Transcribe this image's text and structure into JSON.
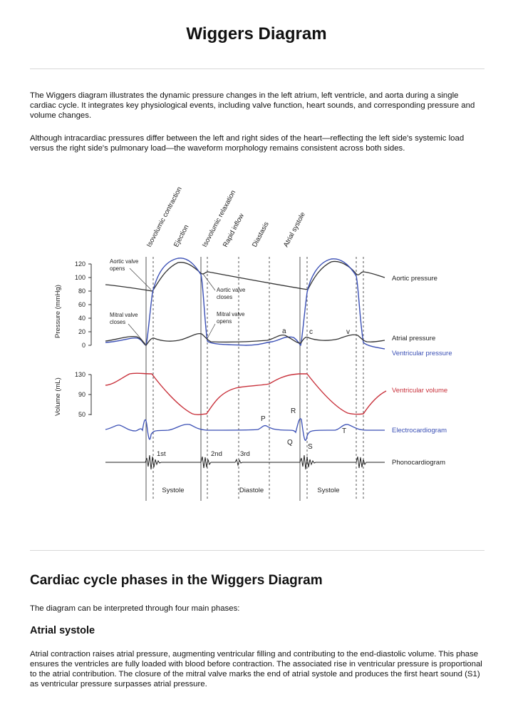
{
  "page": {
    "title": "Wiggers Diagram",
    "intro_1": "The Wiggers diagram illustrates the dynamic pressure changes in the left atrium, left ventricle, and aorta during a single cardiac cycle. It integrates key physiological events, including valve function, heart sounds, and corresponding pressure and volume changes.",
    "intro_2": "Although intracardiac pressures differ between the left and right sides of the heart—reflecting the left side's systemic load versus the right side's pulmonary load—the waveform morphology remains consistent across both sides.",
    "section_heading": "Cardiac cycle phases in the Wiggers Diagram",
    "section_intro": "The diagram can be interpreted through four main phases:",
    "sub_heading": "Atrial systole",
    "sub_body": "Atrial contraction raises atrial pressure, augmenting ventricular filling and contributing to the end-diastolic volume. This phase ensures the ventricles are fully loaded with blood before contraction. The associated rise in ventricular pressure is proportional to the atrial contribution. The closure of the mitral valve marks the end of atrial systole and produces the first heart sound (S1) as ventricular pressure surpasses atrial pressure."
  },
  "diagram": {
    "phases": [
      "Isovolumic contraction",
      "Ejection",
      "Isovolumic relaxation",
      "Rapid inflow",
      "Diastasis",
      "Atrial systole"
    ],
    "pressure_axis": {
      "label": "Pressure (mmHg)",
      "ticks": [
        "120",
        "100",
        "80",
        "60",
        "40",
        "20",
        "0"
      ]
    },
    "volume_axis": {
      "label": "Volume (mL)",
      "ticks": [
        "130",
        "90",
        "50"
      ]
    },
    "valve_events": {
      "aortic_opens": [
        "Aortic valve",
        "opens"
      ],
      "mitral_closes": [
        "Mitral valve",
        "closes"
      ],
      "aortic_closes": [
        "Aortic valve",
        "closes"
      ],
      "mitral_opens": [
        "Mitral valve",
        "opens"
      ]
    },
    "wave_labels": {
      "a": "a",
      "c": "c",
      "v": "v",
      "P": "P",
      "Q": "Q",
      "R": "R",
      "S": "S",
      "T": "T"
    },
    "traces": {
      "aortic": "Aortic pressure",
      "atrial": "Atrial pressure",
      "ventricular": "Ventricular pressure",
      "volume": "Ventricular volume",
      "ecg": "Electrocardiogram",
      "pcg": "Phonocardiogram"
    },
    "sounds": [
      "1st",
      "2nd",
      "3rd"
    ],
    "periods": [
      "Systole",
      "Diastole",
      "Systole"
    ],
    "colors": {
      "aortic": "#333333",
      "atrial": "#333333",
      "ventricular": "#3a4fb5",
      "volume": "#c8303a",
      "ecg": "#3a4fb5",
      "pcg": "#222222",
      "guide": "#555555"
    }
  }
}
